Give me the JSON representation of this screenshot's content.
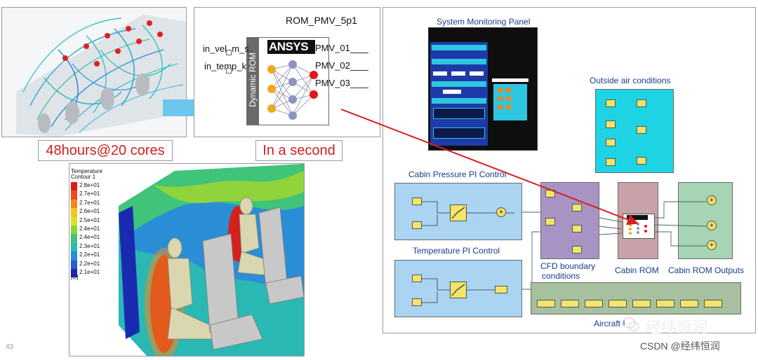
{
  "cfd_labels": {
    "time_full": "48hours@20 cores",
    "time_rom": "In a second",
    "slide_number": "43"
  },
  "rom_block": {
    "title": "ROM_PMV_5p1",
    "logo": "ANSYS",
    "side_label": "Dynamic ROM",
    "inputs": [
      "in_vel_m_s",
      "in_temp_k"
    ],
    "outputs": [
      "PMV_01",
      "PMV_02",
      "PMV_03"
    ]
  },
  "contour": {
    "title_line1": "Temperature",
    "title_line2": "Contour 1",
    "levels": [
      "2.8e+01",
      "2.7e+01",
      "2.7e+01",
      "2.6e+01",
      "2.5e+01",
      "2.4e+01",
      "2.4e+01",
      "2.3e+01",
      "2.2e+01",
      "2.2e+01",
      "2.1e+01"
    ],
    "unit": "[C]",
    "colors": [
      "#d62020",
      "#f04a1a",
      "#f08a1c",
      "#f6c41e",
      "#d8e22a",
      "#8fd43a",
      "#3fc47a",
      "#2ab8b4",
      "#2a8ed6",
      "#2a5ad6",
      "#1a2ab0"
    ]
  },
  "system": {
    "monitoring_title": "System Monitoring Panel",
    "outside_title": "Outside air conditions",
    "pressure_title": "Cabin Pressure PI Control",
    "temperature_title": "Temperature PI Control",
    "cfd_title_1": "CFD boundary",
    "cfd_title_2": "conditions",
    "rom_title": "Cabin ROM",
    "outputs_title": "Cabin ROM Outputs",
    "aircraft_title": "Aircraft I"
  },
  "watermark": {
    "brand": "经纬恒润",
    "csdn": "CSDN @经纬恒润"
  },
  "theme": {
    "arrow_blue": "#6cc6ee",
    "title_blue": "#1a3c8c",
    "connector_red": "#d42020",
    "text_red": "#d12020"
  }
}
